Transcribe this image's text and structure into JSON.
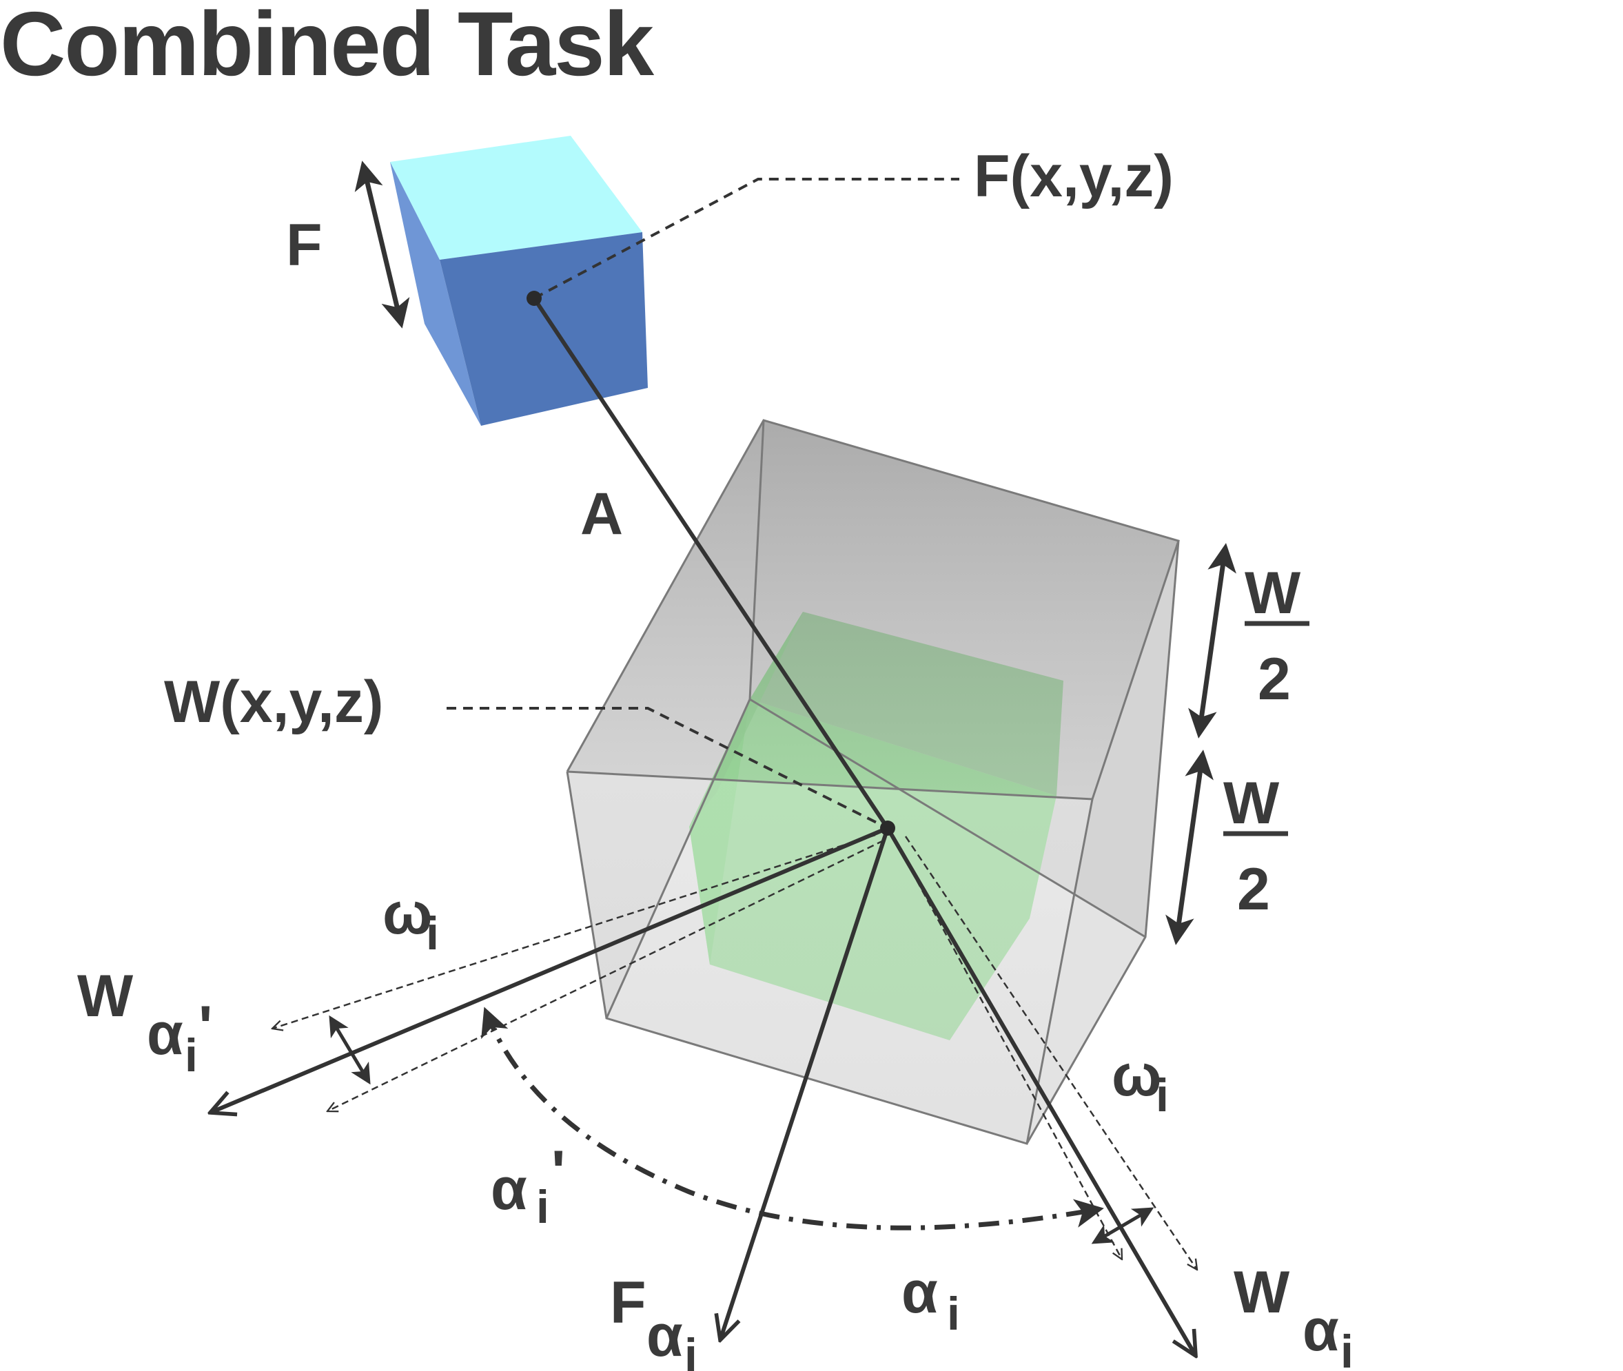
{
  "title": "Combined Task",
  "labels": {
    "target_position": "F(x,y,z)",
    "target_size": "F",
    "amplitude": "A",
    "window_position": "W(x,y,z)",
    "half_width_top": {
      "numerator": "W",
      "denominator": "2"
    },
    "half_width_bottom": {
      "numerator": "W",
      "denominator": "2"
    },
    "omega_left": {
      "base": "ω",
      "sub": "i"
    },
    "omega_right": {
      "base": "ω",
      "sub": "i"
    },
    "w_alpha_prime": {
      "base": "W",
      "sub": "α",
      "subsub": "i",
      "suffix": "'"
    },
    "alpha_prime": {
      "base": "α",
      "sub": "i",
      "suffix": "'"
    },
    "f_alpha": {
      "base": "F",
      "sub": "α",
      "subsub": "i"
    },
    "alpha": {
      "base": "α",
      "sub": "i"
    },
    "w_alpha": {
      "base": "W",
      "sub": "α",
      "subsub": "i"
    }
  },
  "colors": {
    "target_cube_top": "#b3fbfd",
    "target_cube_front": "#4f76b8",
    "target_cube_side": "#6f96d6",
    "window_box": "#c8c8c8",
    "inner_cube": "#5cd65c",
    "ink": "#333333"
  }
}
